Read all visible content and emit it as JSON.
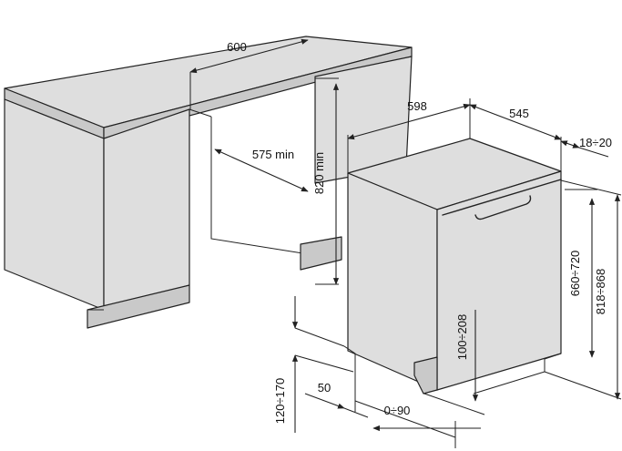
{
  "dimensions": {
    "countertop_width": "600",
    "niche_depth": "575 min",
    "niche_height": "820 min",
    "appliance_width": "598",
    "appliance_depth": "545",
    "door_thickness": "18÷20",
    "panel_height": "660÷720",
    "total_height": "818÷868",
    "plinth_height": "100÷208",
    "plinth_range": "120÷170",
    "plinth_offset": "50",
    "plinth_depth": "0÷90"
  },
  "colors": {
    "line": "#222222",
    "shade": "#dedede",
    "dark_shade": "#c9c9c9"
  }
}
